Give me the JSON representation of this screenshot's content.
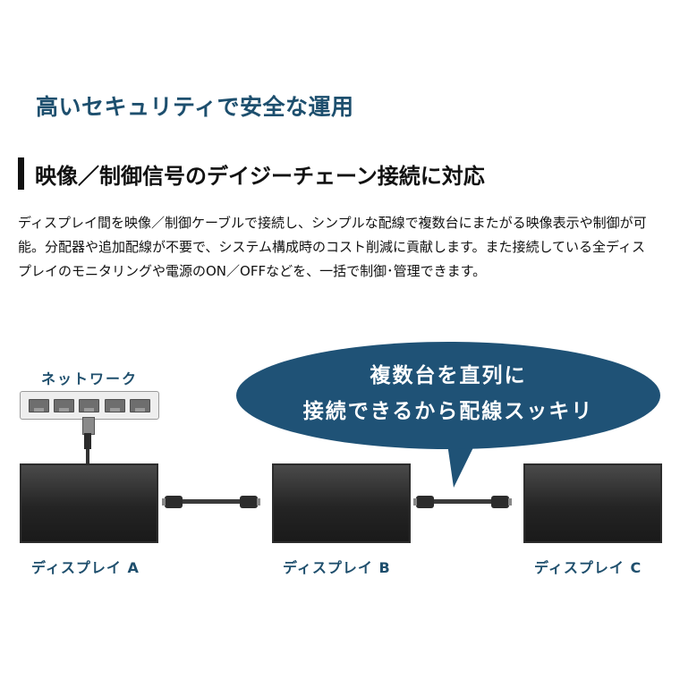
{
  "title": "高いセキュリティで安全な運用",
  "section": {
    "heading": "映像／制御信号のデイジーチェーン接続に対応",
    "body": "ディスプレイ間を映像／制御ケーブルで接続し、シンプルな配線で複数台にまたがる映像表示や制御が可能。分配器や追加配線が不要で、システム構成時のコスト削減に貢献します。また接続している全ディスプレイのモニタリングや電源のON／OFFなどを、一括で制御･管理できます。"
  },
  "diagram": {
    "network_label": "ネットワーク",
    "bubble": {
      "line1": "複数台を直列に",
      "line2": "接続できるから配線スッキリ"
    },
    "displays": [
      {
        "label": "ディスプレイ A"
      },
      {
        "label": "ディスプレイ B"
      },
      {
        "label": "ディスプレイ C"
      }
    ]
  },
  "colors": {
    "title": "#1d4f6e",
    "bubble": "#1f5276",
    "label": "#1f4f6d"
  }
}
